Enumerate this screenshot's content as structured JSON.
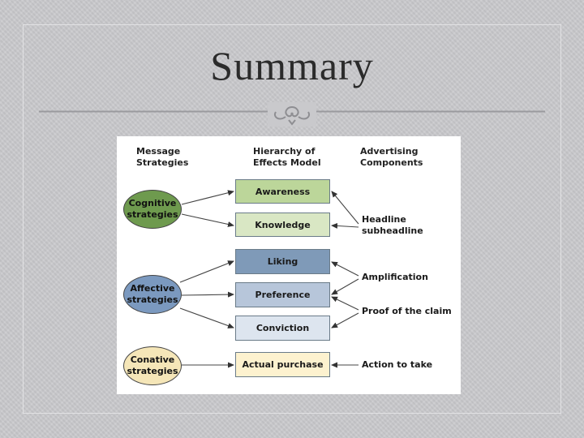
{
  "slide": {
    "title": "Summary"
  },
  "diagram": {
    "headers": {
      "strategies": [
        "Message",
        "Strategies"
      ],
      "model": [
        "Hierarchy of",
        "Effects Model"
      ],
      "components": [
        "Advertising",
        "Components"
      ]
    },
    "strategies": [
      {
        "line1": "Cognitive",
        "line2": "strategies",
        "color": "#6e9a4e"
      },
      {
        "line1": "Affective",
        "line2": "strategies",
        "color": "#7b99bf"
      },
      {
        "line1": "Conative",
        "line2": "strategies",
        "color": "#f5e6b8"
      }
    ],
    "stages": [
      {
        "label": "Awareness",
        "color": "#bcd69a"
      },
      {
        "label": "Knowledge",
        "color": "#d9e7c4"
      },
      {
        "label": "Liking",
        "color": "#7f9ab8"
      },
      {
        "label": "Preference",
        "color": "#b7c6da"
      },
      {
        "label": "Conviction",
        "color": "#dde5ef"
      },
      {
        "label": "Actual purchase",
        "color": "#fdf2cf"
      }
    ],
    "components": [
      {
        "line1": "Headline",
        "line2": "subheadline"
      },
      {
        "line1": "Amplification",
        "line2": ""
      },
      {
        "line1": "Proof of the claim",
        "line2": ""
      },
      {
        "line1": "Action to take",
        "line2": ""
      }
    ]
  }
}
